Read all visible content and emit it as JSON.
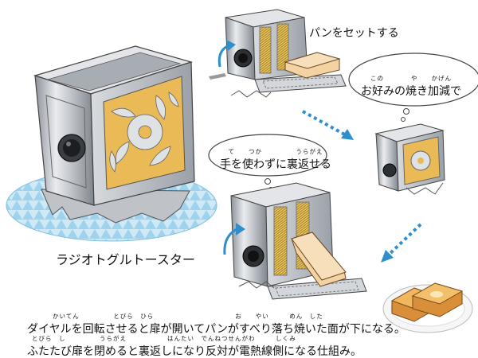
{
  "title": "ラジオトグルトースター",
  "step1_caption": "パンをセットする",
  "bubble1": {
    "ruby": "この　　　　や　　かげん",
    "text": "お好みの焼き加減で"
  },
  "bubble2": {
    "ruby": "て　　つか　　　　　うらがえ",
    "text": "手を使わずに裏返せる"
  },
  "footer": {
    "line1_ruby": "かいてん　　　　　とびら　ひら　　　　　　　　　　　　お　　やい　　　めん　した",
    "line1": "ダイヤルを回転させると扉が開いてパンがすべり落ち焼いた面が下になる。",
    "line2_ruby": "とびら　し　　　　　うらがえ　　　　　　はんたい　でんねつせんがわ　　　しくみ",
    "line2": "ふたたび扉を閉めると裏返しになり反対が電熱線側になる仕組み。"
  },
  "colors": {
    "metal": "#c9ccd0",
    "metal_dark": "#8a8f96",
    "bread": "#f2c98f",
    "arrow": "#2e8fcc",
    "mat": "#b9def0"
  }
}
